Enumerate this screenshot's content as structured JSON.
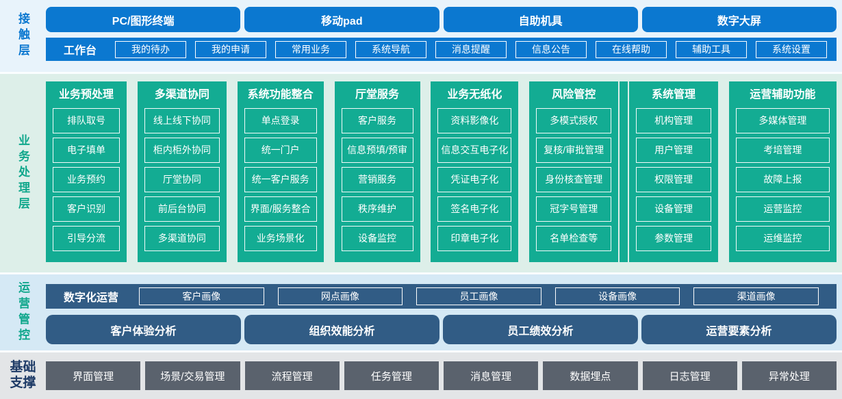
{
  "colors": {
    "accent_blue": "#0b78d0",
    "band1_bg": "#e8f3fb",
    "green": "#13ac93",
    "band2_bg": "#ddefe9",
    "teal_label": "#10a78c",
    "dark_blue": "#315c85",
    "band3_bg": "#d5e9f5",
    "gray_box": "#5a626d",
    "band4_bg": "#e3e5e7",
    "navy_label": "#1d3a66"
  },
  "contact_layer": {
    "label": "接触层",
    "terminals": [
      "PC/图形终端",
      "移动pad",
      "自助机具",
      "数字大屏"
    ],
    "workbench": {
      "label": "工作台",
      "items": [
        "我的待办",
        "我的申请",
        "常用业务",
        "系统导航",
        "消息提醒",
        "信息公告",
        "在线帮助",
        "辅助工具",
        "系统设置"
      ]
    }
  },
  "business_layer": {
    "label": "业务处理层",
    "columns": [
      {
        "title": "业务预处理",
        "items": [
          "排队取号",
          "电子填单",
          "业务预约",
          "客户识别",
          "引导分流"
        ]
      },
      {
        "title": "多渠道协同",
        "items": [
          "线上线下协同",
          "柜内柜外协同",
          "厅堂协同",
          "前后台协同",
          "多渠道协同"
        ]
      },
      {
        "title": "系统功能整合",
        "items": [
          "单点登录",
          "统一门户",
          "统一客户服务",
          "界面/服务整合",
          "业务场景化"
        ]
      },
      {
        "title": "厅堂服务",
        "items": [
          "客户服务",
          "信息预填/预审",
          "营销服务",
          "秩序维护",
          "设备监控"
        ]
      },
      {
        "title": "业务无纸化",
        "items": [
          "资料影像化",
          "信息交互电子化",
          "凭证电子化",
          "签名电子化",
          "印章电子化"
        ]
      },
      {
        "title": "风险管控",
        "items": [
          "多模式授权",
          "复核/审批管理",
          "身份核查管理",
          "冠字号管理",
          "名单检查等"
        ]
      },
      {
        "title": "系统管理",
        "items": [
          "机构管理",
          "用户管理",
          "权限管理",
          "设备管理",
          "参数管理"
        ]
      },
      {
        "title": "运营辅助功能",
        "items": [
          "多媒体管理",
          "考培管理",
          "故障上报",
          "运营监控",
          "运维监控"
        ]
      }
    ]
  },
  "operations_layer": {
    "label": "运营管控",
    "digital_ops": {
      "label": "数字化运营",
      "items": [
        "客户画像",
        "网点画像",
        "员工画像",
        "设备画像",
        "渠道画像"
      ]
    },
    "analysis": [
      "客户体验分析",
      "组织效能分析",
      "员工绩效分析",
      "运营要素分析"
    ]
  },
  "foundation_layer": {
    "label": "基础支撑",
    "items": [
      "界面管理",
      "场景/交易管理",
      "流程管理",
      "任务管理",
      "消息管理",
      "数据埋点",
      "日志管理",
      "异常处理"
    ]
  }
}
